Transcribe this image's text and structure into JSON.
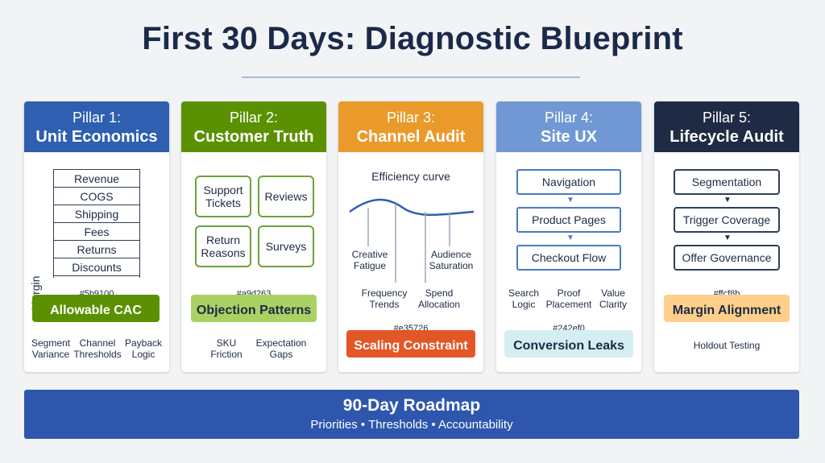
{
  "title": "First 30 Days: Diagnostic Blueprint",
  "pillars": [
    {
      "label": "Pillar 1:",
      "name": "Unit Economics",
      "color": "#2e5fb0",
      "axis_label": "Margin",
      "stack": [
        "Revenue",
        "COGS",
        "Shipping",
        "Fees",
        "Returns",
        "Discounts"
      ],
      "hex": "#5b9100",
      "output": "Allowable CAC",
      "footer": [
        "Segment Variance",
        "Channel Thresholds",
        "Payback Logic"
      ]
    },
    {
      "label": "Pillar 2:",
      "name": "Customer Truth",
      "color": "#5b9100",
      "boxes": [
        "Support Tickets",
        "Reviews",
        "Return Reasons",
        "Surveys"
      ],
      "hex": "#a9d263",
      "output": "Objection Patterns",
      "footer": [
        "SKU Friction",
        "Expectation Gaps"
      ]
    },
    {
      "label": "Pillar 3:",
      "name": "Channel Audit",
      "color": "#ea9a2b",
      "curve_label": "Efficiency curve",
      "curve_notes": [
        "Creative Fatigue",
        "Audience Saturation",
        "Frequency Trends",
        "Spend Allocation"
      ],
      "hex": "#e35726",
      "output": "Scaling Constraint"
    },
    {
      "label": "Pillar 4:",
      "name": "Site UX",
      "color": "#6f98d4",
      "flow": [
        "Navigation",
        "Product Pages",
        "Checkout Flow"
      ],
      "notes": [
        "Search Logic",
        "Proof Placement",
        "Value Clarity"
      ],
      "hex": "#242ef0",
      "output": "Conversion Leaks"
    },
    {
      "label": "Pillar 5:",
      "name": "Lifecycle Audit",
      "color": "#1f2a44",
      "flow": [
        "Segmentation",
        "Trigger Coverage",
        "Offer Governance"
      ],
      "hex": "#ffcf8b",
      "output": "Margin Alignment",
      "footer": [
        "Holdout Testing"
      ]
    }
  ],
  "roadmap": {
    "title": "90-Day Roadmap",
    "subtitle": "Priorities • Thresholds • Accountability"
  }
}
